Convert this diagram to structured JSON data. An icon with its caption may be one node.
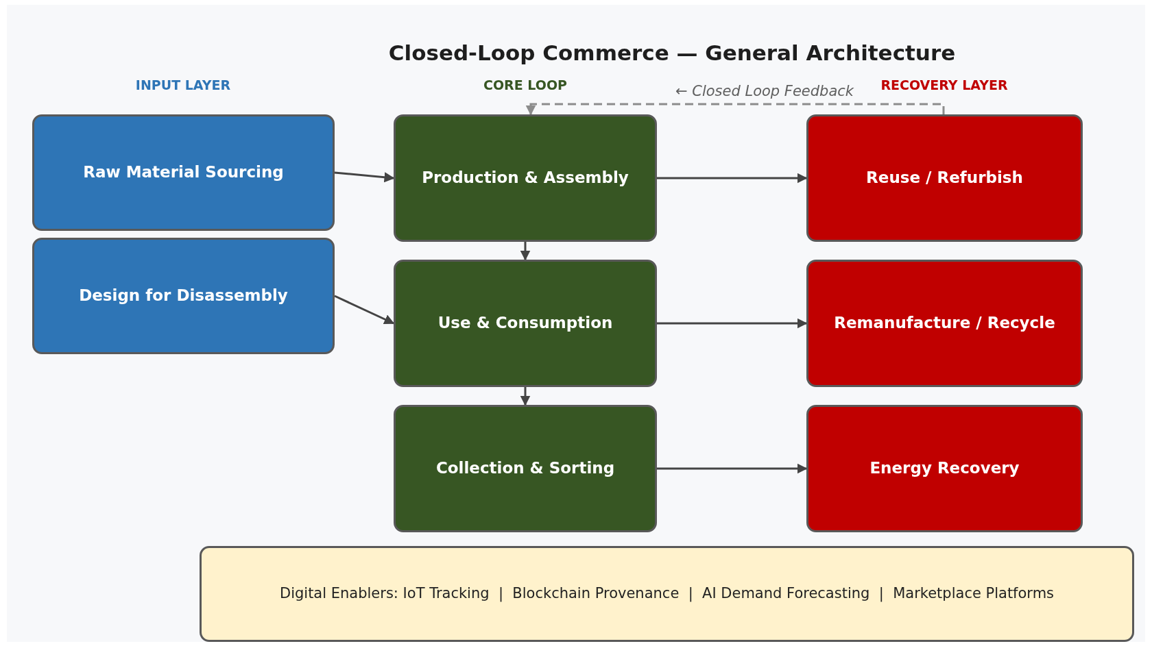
{
  "diagram": {
    "title": "Closed-Loop Commerce — General Architecture",
    "nodes": [
      {
        "text": [
          "Raw Material Sourcing"
        ]
      },
      {
        "text": [
          "Design for Disassembly"
        ]
      },
      {
        "text": [
          "Production & Assembly"
        ]
      },
      {
        "text": [
          "Use & Consumption"
        ]
      },
      {
        "text": [
          "Collection & Sorting"
        ]
      },
      {
        "text": [
          "Reuse / Refurbish"
        ]
      },
      {
        "text": [
          "Remanufacture / Recycle"
        ]
      },
      {
        "text": [
          "Energy Recovery"
        ]
      },
      {
        "text": [
          "Digital Enablers: IoT Tracking  |  Blockchain Provenance  |  AI Demand Forecasting  |  Marketplace Platforms"
        ]
      }
    ],
    "edges": [
      {
        "from": 0,
        "to": 2,
        "arrow": "to"
      },
      {
        "from": 1,
        "to": 3,
        "arrow": "to"
      },
      {
        "from": 2,
        "to": 3,
        "arrow": "to"
      },
      {
        "from": 3,
        "to": 4,
        "arrow": "to"
      },
      {
        "from": 2,
        "to": 5,
        "arrow": "to"
      },
      {
        "from": 3,
        "to": 6,
        "arrow": "to"
      },
      {
        "from": 4,
        "to": 7,
        "arrow": "to"
      },
      {
        "from": 5,
        "to": 2,
        "arrow": "to",
        "style": "dashed",
        "color": "#8c8c8c",
        "label": "← Closed Loop Feedback"
      }
    ],
    "labels": [
      "INPUT LAYER",
      "CORE LOOP",
      "RECOVERY LAYER"
    ]
  }
}
